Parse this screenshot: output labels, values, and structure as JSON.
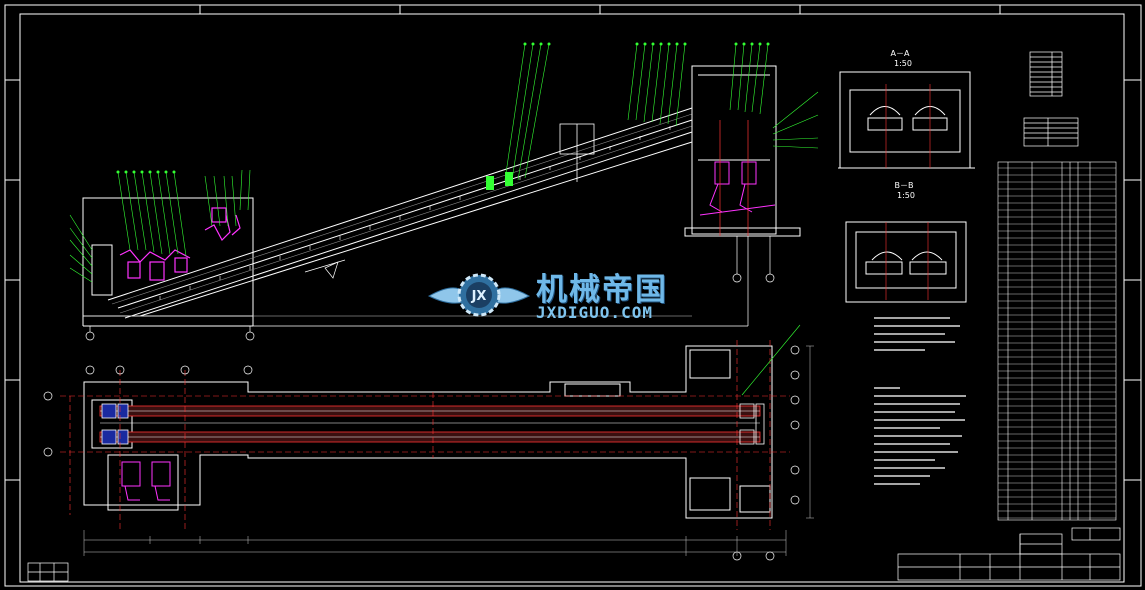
{
  "drawing": {
    "section_aa": {
      "title": "A－A",
      "scale": "1:50"
    },
    "section_bb": {
      "title": "B－B",
      "scale": "1:50"
    }
  },
  "watermark": {
    "title": "机械帝国",
    "subtitle": "JXDIGUO.COM",
    "logo_initials": "JX"
  },
  "colors": {
    "frame": "#ffffff",
    "conveyor": "#ffffff",
    "leader": "#33ff33",
    "axis": "#ff3333",
    "equipment": "#ff33ff",
    "dimension": "#cccccc",
    "belt_fill": "#3a1010"
  }
}
